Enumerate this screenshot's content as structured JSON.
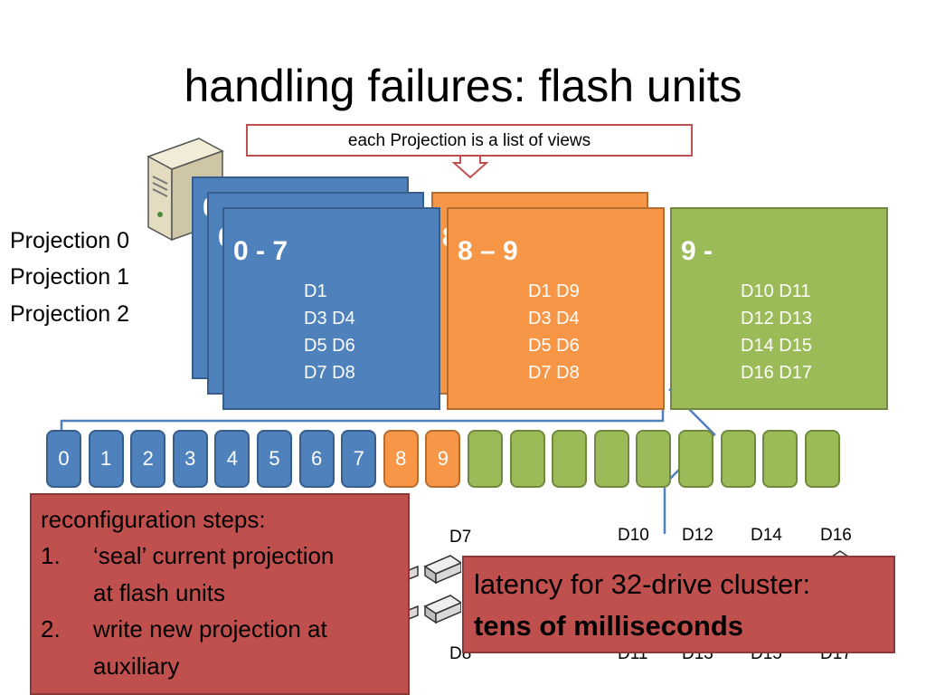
{
  "title": "handling failures: flash units",
  "callout": "each Projection is a list of views",
  "projections": [
    "Projection 0",
    "Projection 1",
    "Projection 2"
  ],
  "views": [
    {
      "range": "0 - 7",
      "color": "#4f81bd",
      "devices": [
        "D1",
        "D3 D4",
        "D5 D6",
        "D7 D8"
      ]
    },
    {
      "range": "8 – 9",
      "color": "#f79646",
      "devices": [
        "D1 D9",
        "D3 D4",
        "D5 D6",
        "D7 D8"
      ]
    },
    {
      "range": "9 -",
      "color": "#9bbb59",
      "devices": [
        "D10 D11",
        "D12 D13",
        "D14 D15",
        "D16 D17"
      ]
    }
  ],
  "hidden_fragments": [
    "0",
    "0",
    "8"
  ],
  "log_units": [
    "0",
    "1",
    "2",
    "3",
    "4",
    "5",
    "6",
    "7",
    "8",
    "9",
    "",
    "",
    "",
    "",
    "",
    "",
    "",
    "",
    ""
  ],
  "device_labels_top": [
    "D7",
    "D10",
    "D12",
    "D14",
    "D16"
  ],
  "device_labels_bottom": [
    "D8",
    "D11",
    "D13",
    "D15",
    "D17"
  ],
  "reconfig": {
    "heading": "reconfiguration steps:",
    "steps": [
      {
        "num": "1.",
        "line1": "‘seal’ current projection",
        "line2": "at flash units"
      },
      {
        "num": "2.",
        "line1": "write new projection at",
        "line2": "auxiliary"
      }
    ]
  },
  "latency": {
    "line1": "latency for 32-drive cluster:",
    "line2": "tens of milliseconds"
  },
  "colors": {
    "blue": "#4f81bd",
    "orange": "#f79646",
    "green": "#9bbb59",
    "red": "#c0504d",
    "callout_border": "#c0504d",
    "arrow": "#4f81bd"
  }
}
